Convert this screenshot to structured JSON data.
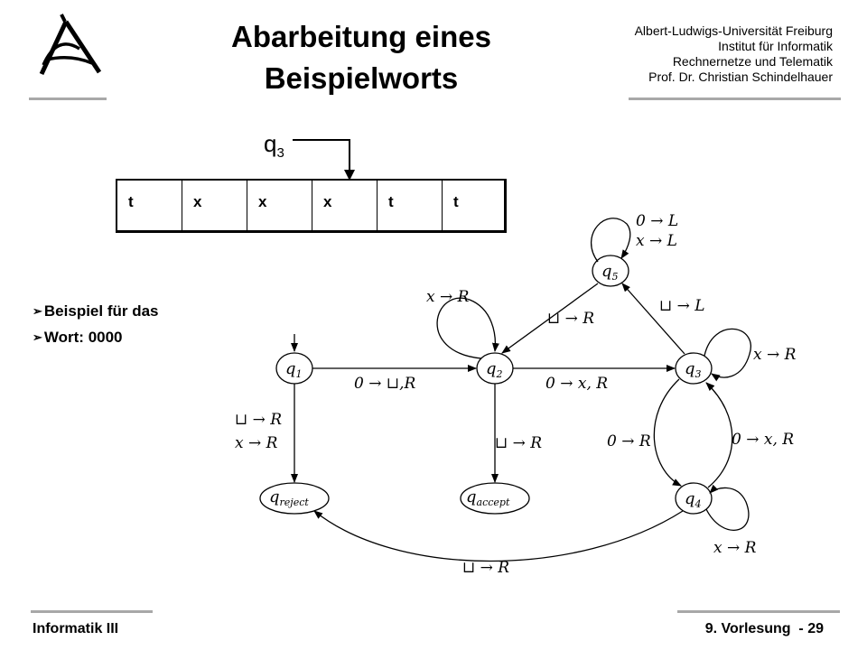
{
  "header": {
    "title_line1": "Abarbeitung eines",
    "title_line2": "Beispielworts",
    "institution": [
      "Albert-Ludwigs-Universität Freiburg",
      "Institut für Informatik",
      "Rechnernetze und Telematik",
      "Prof. Dr. Christian Schindelhauer"
    ]
  },
  "head_label": {
    "base": "q",
    "sub": "3"
  },
  "tape": [
    "t",
    "x",
    "x",
    "x",
    "t",
    "t"
  ],
  "bullets": [
    "Beispiel für das",
    "Wort: 0000"
  ],
  "diagram": {
    "states": {
      "q1": {
        "base": "q",
        "sub": "1"
      },
      "q2": {
        "base": "q",
        "sub": "2"
      },
      "q3": {
        "base": "q",
        "sub": "3"
      },
      "q4": {
        "base": "q",
        "sub": "4"
      },
      "q5": {
        "base": "q",
        "sub": "5"
      },
      "reject": {
        "base": "q",
        "sub": "reject"
      },
      "accept": {
        "base": "q",
        "sub": "accept"
      }
    },
    "transitions": {
      "q5_loop_1": "0 → L",
      "q5_loop_2": "x → L",
      "q2_loop": "x → R",
      "q2_to_q5": "⊔ → R",
      "q3_to_q5": "⊔ → L",
      "q3_loop": "x → R",
      "q1_to_q2": "0 → ⊔,R",
      "q2_to_q3": "0 → x, R",
      "q1_reject_1": "⊔ → R",
      "q1_reject_2": "x → R",
      "q2_accept": "⊔ → R",
      "q4_to_q3_left": "0 → R",
      "q3_to_q4_right": "0 → x, R",
      "q4_loop": "x → R",
      "q4_reject": "⊔ → R"
    }
  },
  "footer": {
    "left": "Informatik III",
    "right": "9. Vorlesung  - 29"
  }
}
